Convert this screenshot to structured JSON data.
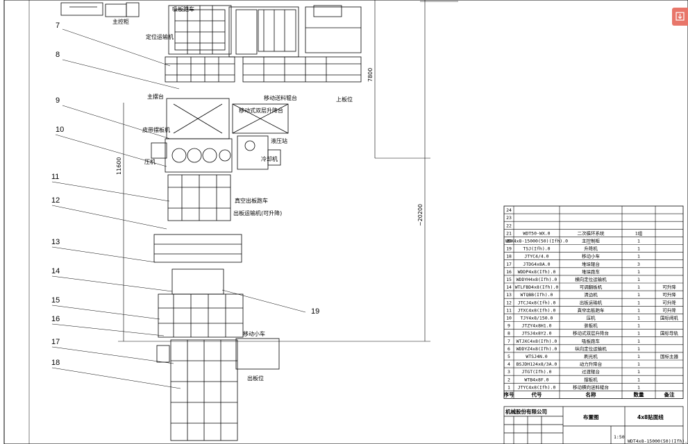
{
  "balloons": [
    "7",
    "8",
    "9",
    "10",
    "11",
    "12",
    "13",
    "14",
    "15",
    "16",
    "17",
    "18",
    "19"
  ],
  "labels": {
    "main_console": "主控柜",
    "suction_carrier": "吸板跑车",
    "positioning_conveyor": "定位运输机",
    "main_plate_roller": "主摆台",
    "vacuum_station": "皮带摆板机",
    "press": "压机",
    "mobile_feed_roller": "移动送料辊台",
    "upper_board": "上板位",
    "mobile_double_lift": "移动式双层升降台",
    "hydraulic_station": "液压站",
    "cooling": "冷却机",
    "vacuum_carrier": "真空出板跑车",
    "outfeed_conveyor": "出板运输机(可升降)",
    "transfer_cart": "移动小车",
    "output_board": "出板位"
  },
  "dimensions": {
    "d1": "7800",
    "d2": "11600",
    "d3": "~20200"
  },
  "bom_header": {
    "seq": "序号",
    "code": "代号",
    "name": "名称",
    "qty": "数量",
    "note": "备注"
  },
  "bom_rows": [
    {
      "no": "24",
      "code": "",
      "name": "",
      "qty": "",
      "note": ""
    },
    {
      "no": "23",
      "code": "",
      "name": "",
      "qty": "",
      "note": ""
    },
    {
      "no": "22",
      "code": "",
      "name": "",
      "qty": "",
      "note": ""
    },
    {
      "no": "21",
      "code": "WDT50-WX.0",
      "name": "二次循环系统",
      "qty": "1组",
      "note": ""
    },
    {
      "no": "20",
      "code": "WDX4x8-15000(50)(Ifh).0",
      "name": "主控制柜",
      "qty": "1",
      "note": ""
    },
    {
      "no": "19",
      "code": "TSJ(Ifh).0",
      "name": "升降机",
      "qty": "1",
      "note": ""
    },
    {
      "no": "18",
      "code": "JTYC4/4.0",
      "name": "移动小车",
      "qty": "1",
      "note": ""
    },
    {
      "no": "17",
      "code": "JTDG4x8A.0",
      "name": "堆垛辊台",
      "qty": "3",
      "note": ""
    },
    {
      "no": "16",
      "code": "WDDP4x8(Ifh).0",
      "name": "堆垛跑车",
      "qty": "1",
      "note": ""
    },
    {
      "no": "15",
      "code": "WDDYH4x8(Ifh).0",
      "name": "横向定位运输机",
      "qty": "1",
      "note": ""
    },
    {
      "no": "14",
      "code": "WTLFBD4x8(Ifh).0",
      "name": "可调翻板机",
      "qty": "1",
      "note": "可升降"
    },
    {
      "no": "13",
      "code": "WTQBB(Ifh).0",
      "name": "清边机",
      "qty": "1",
      "note": "可升降"
    },
    {
      "no": "12",
      "code": "JTCJ4x8(Ifh).0",
      "name": "出板运输机",
      "qty": "1",
      "note": "可升降"
    },
    {
      "no": "11",
      "code": "JTXC4x8(Ifh).0",
      "name": "真空出板跑车",
      "qty": "1",
      "note": "可升降"
    },
    {
      "no": "10",
      "code": "TJY4x8/150.0",
      "name": "压机",
      "qty": "1",
      "note": "国标阀机"
    },
    {
      "no": "9",
      "code": "JTZY4x8H1.0",
      "name": "装板机",
      "qty": "1",
      "note": ""
    },
    {
      "no": "8",
      "code": "JTSJ4x8Y2.0",
      "name": "移动式双层升降台",
      "qty": "1",
      "note": "国标导轨"
    },
    {
      "no": "7",
      "code": "WTJXC4x8(Ifh).0",
      "name": "吸板跑车",
      "qty": "1",
      "note": ""
    },
    {
      "no": "6",
      "code": "WDDYZ4x8(Ifh).0",
      "name": "纵向定位运输机",
      "qty": "1",
      "note": ""
    },
    {
      "no": "5",
      "code": "WTSJ4N.0",
      "name": "刷光机",
      "qty": "1",
      "note": "国标主器"
    },
    {
      "no": "4",
      "code": "BSJDH124x8/3A.0",
      "name": "动力升降台",
      "qty": "1",
      "note": ""
    },
    {
      "no": "3",
      "code": "JTGT(Ifh).0",
      "name": "过渡辊台",
      "qty": "1",
      "note": ""
    },
    {
      "no": "2",
      "code": "WTB4x8F.0",
      "name": "摆板机",
      "qty": "1",
      "note": ""
    },
    {
      "no": "1",
      "code": "JTYC4x8(Ifh).0",
      "name": "移动横向送料辊台",
      "qty": "1",
      "note": ""
    }
  ],
  "title_block": {
    "company": "机械股份有限公司",
    "drawing_title": "布置图",
    "line_title": "4x8贴面线",
    "drawing_code": "WDT4x8-15000(50)(Ifh).0",
    "scale": "1:50"
  },
  "icons": {
    "download": "download-icon"
  }
}
